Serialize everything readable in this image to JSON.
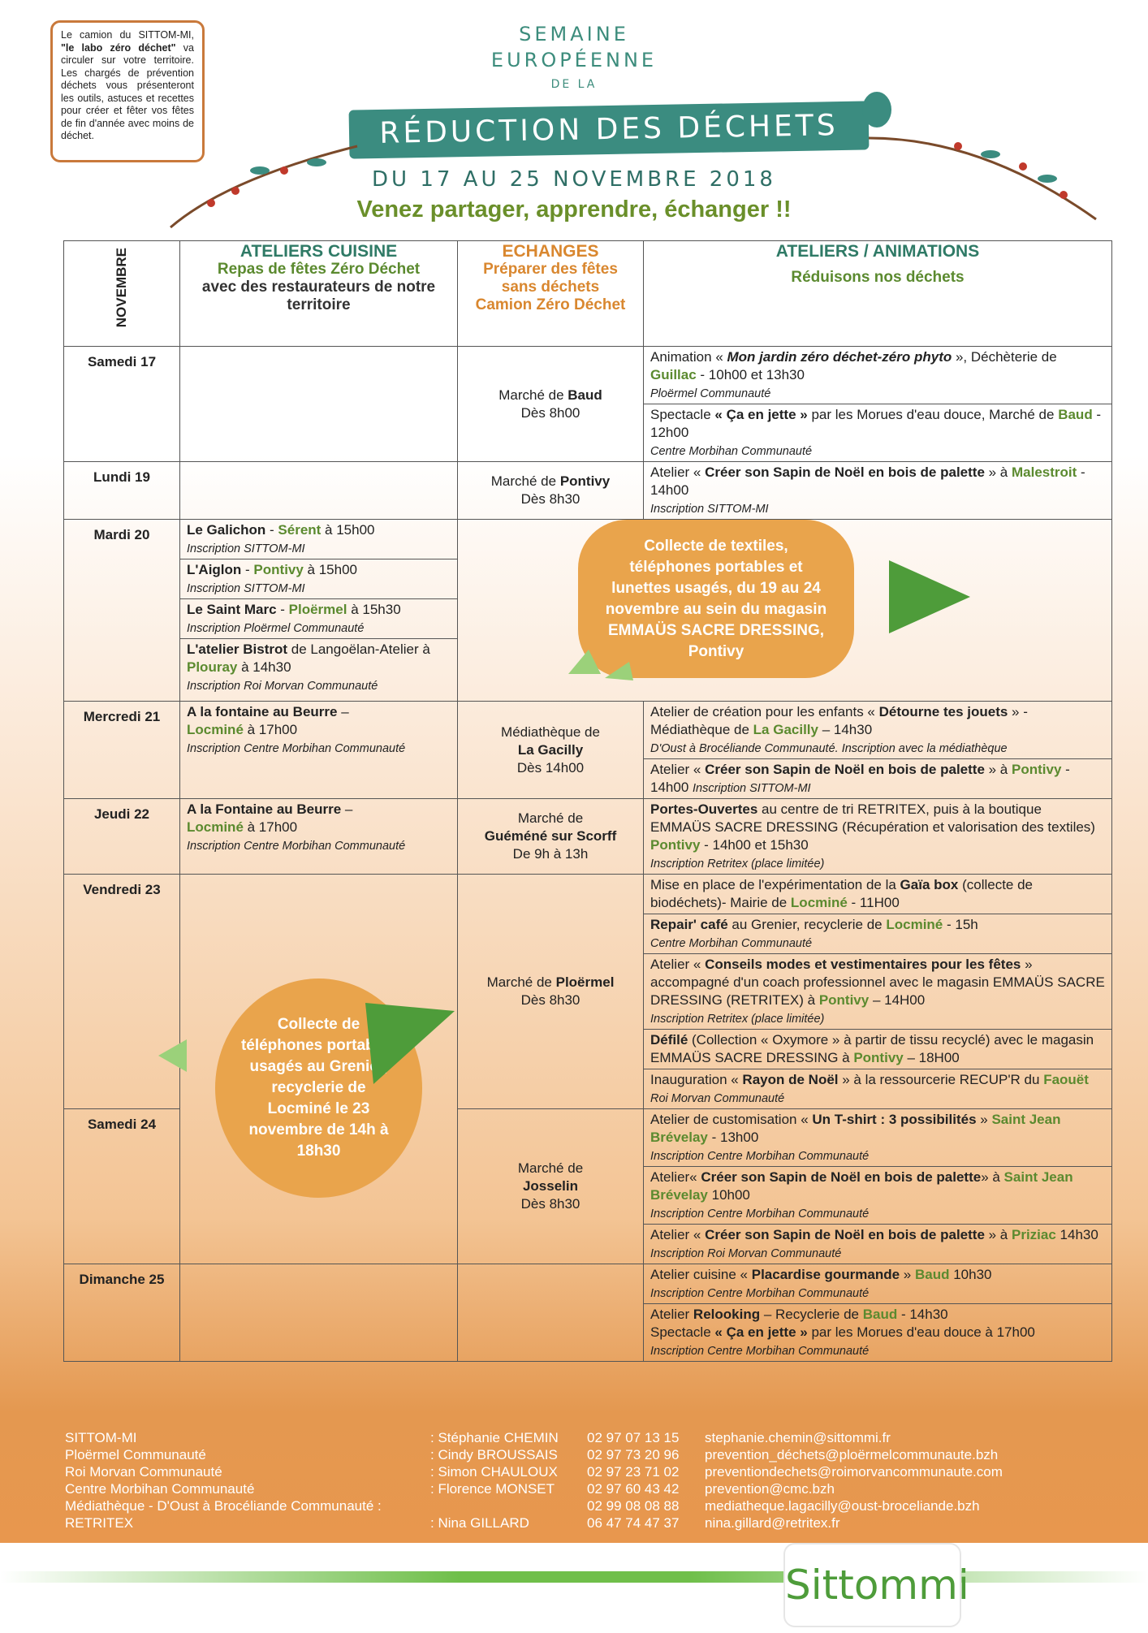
{
  "intro": {
    "p1": "Le camion du SITTOM-MI, ",
    "p2": "\"le labo zéro déchet\"",
    "p3": " va circuler sur votre territoire. Les chargés de prévention déchets vous présenteront les outils, astuces et recettes pour créer et fêter vos fêtes de fin d'année avec moins de déchet."
  },
  "header": {
    "line1": "SEMAINE",
    "line2": "EUROPÉENNE",
    "line3": "DE LA",
    "line4": "RÉDUCTION DES DÉCHETS",
    "dates": "DU 17 AU 25 NOVEMBRE 2018",
    "tagline": "Venez partager, apprendre, échanger !!"
  },
  "columns": {
    "month": "NOVEMBRE",
    "cuisine_title": "ATELIERS CUISINE",
    "cuisine_sub": "Repas de fêtes Zéro Déchet",
    "cuisine_note": "avec des restaurateurs de notre territoire",
    "echanges_title": "ECHANGES",
    "echanges_sub": "Préparer des fêtes sans déchets",
    "echanges_note": "Camion Zéro Déchet",
    "ateliers_title": "ATELIERS / ANIMATIONS",
    "ateliers_sub": "Réduisons nos déchets"
  },
  "days": {
    "d17": "Samedi 17",
    "d19": "Lundi 19",
    "d20": "Mardi 20",
    "d21": "Mercredi 21",
    "d22": "Jeudi 22",
    "d23": "Vendredi 23",
    "d24": "Samedi 24",
    "d25": "Dimanche 25"
  },
  "echanges": {
    "e17a": "Marché de ",
    "e17b": "Baud",
    "e17c": "Dès 8h00",
    "e19a": "Marché de ",
    "e19b": "Pontivy",
    "e19c": "Dès 8h30",
    "e21a": "Médiathèque de",
    "e21b": "La Gacilly",
    "e21c": "Dès 14h00",
    "e22a": "Marché de",
    "e22b": "Guéméné sur Scorff",
    "e22c": "De 9h à 13h",
    "e23a": "Marché de ",
    "e23b": "Ploërmel",
    "e23c": "Dès 8h30",
    "e24a": "Marché de",
    "e24b": "Josselin",
    "e24c": "Dès 8h30"
  },
  "cuisine": {
    "c20a_name": "Le Galichon",
    "c20a_sep": " - ",
    "c20a_place": "Sérent",
    "c20a_time": " à 15h00",
    "c20a_ins": "Inscription SITTOM-MI",
    "c20b_name": "L'Aiglon",
    "c20b_sep": " - ",
    "c20b_place": "Pontivy",
    "c20b_time": " à 15h00",
    "c20b_ins": "Inscription SITTOM-MI",
    "c20c_name": "Le Saint Marc",
    "c20c_sep": " - ",
    "c20c_place": "Ploërmel",
    "c20c_time": " à 15h30",
    "c20c_ins": "Inscription Ploërmel Communauté",
    "c20d_name": "L'atelier Bistrot",
    "c20d_txt": " de Langoëlan-Atelier à ",
    "c20d_place": "Plouray",
    "c20d_time": " à 14h30",
    "c20d_ins": "Inscription Roi Morvan Communauté",
    "c21_name": "A la fontaine au Beurre",
    "c21_sep": " – ",
    "c21_place": "Locminé",
    "c21_time": " à 17h00",
    "c21_ins": "Inscription Centre Morbihan Communauté",
    "c22_name": "A la Fontaine au Beurre",
    "c22_sep": " – ",
    "c22_place": "Locminé",
    "c22_time": " à 17h00",
    "c22_ins": "Inscription Centre Morbihan Communauté"
  },
  "ateliers": {
    "a17a_1": "Animation « ",
    "a17a_2": "Mon jardin zéro déchet-zéro phyto",
    "a17a_3": " », Déchèterie de ",
    "a17a_4": "Guillac",
    "a17a_5": " - 10h00 et 13h30",
    "a17a_ins": "Ploërmel Communauté",
    "a17b_1": "Spectacle ",
    "a17b_2": "« Ça en jette »",
    "a17b_3": " par les Morues d'eau douce, Marché de ",
    "a17b_4": "Baud",
    "a17b_5": " - 12h00",
    "a17b_ins": "Centre Morbihan Communauté",
    "a19_1": "Atelier « ",
    "a19_2": "Créer son Sapin de Noël en bois de palette",
    "a19_3": " » à ",
    "a19_4": "Malestroit",
    "a19_5": " - 14h00",
    "a19_ins": "Inscription SITTOM-MI",
    "a21a_1": "Atelier de création pour les enfants « ",
    "a21a_2": "Détourne tes jouets",
    "a21a_3": " » - Médiathèque de ",
    "a21a_4": "La Gacilly",
    "a21a_5": " – 14h30",
    "a21a_ins": "D'Oust à Brocéliande Communauté. Inscription avec la médiathèque",
    "a21b_1": "Atelier « ",
    "a21b_2": "Créer son Sapin de Noël en bois de palette",
    "a21b_3": " » à ",
    "a21b_4": "Pontivy",
    "a21b_5": " - 14h00 ",
    "a21b_ins": "Inscription SITTOM-MI",
    "a22_1": "Portes-Ouvertes",
    "a22_2": " au centre de tri RETRITEX, puis à la boutique EMMAÜS SACRE DRESSING (Récupération et valorisation des textiles) ",
    "a22_3": "Pontivy",
    "a22_4": " - 14h00 et 15h30",
    "a22_ins": "Inscription Retritex (place limitée)",
    "a23a_1": "Mise en place de l'expérimentation de la ",
    "a23a_2": "Gaïa box",
    "a23a_3": " (collecte de biodéchets)- Mairie de ",
    "a23a_4": "Locminé",
    "a23a_5": " - 11H00",
    "a23b_1": "Repair' café",
    "a23b_2": " au  Grenier, recyclerie de ",
    "a23b_3": "Locminé",
    "a23b_4": "  - 15h",
    "a23b_ins": "Centre Morbihan Communauté",
    "a23c_1": "Atelier « ",
    "a23c_2": "Conseils modes et vestimentaires pour les fêtes",
    "a23c_3": " » accompagné d'un coach professionnel avec  le magasin EMMAÜS SACRE DRESSING (RETRITEX) à ",
    "a23c_4": "Pontivy",
    "a23c_5": " – 14H00",
    "a23c_ins": "Inscription Retritex (place limitée)",
    "a23d_1": "Défilé",
    "a23d_2": " (Collection « Oxymore » à partir de tissu recyclé) avec le magasin EMMAÜS SACRE DRESSING à ",
    "a23d_3": "Pontivy",
    "a23d_4": " – 18H00",
    "a23e_1": "Inauguration « ",
    "a23e_2": "Rayon de Noël",
    "a23e_3": " » à la ressourcerie RECUP'R du ",
    "a23e_4": "Faouët",
    "a23e_ins": "Roi Morvan Communauté",
    "a24a_1": "Atelier de customisation « ",
    "a24a_2": "Un T-shirt : 3 possibilités",
    "a24a_3": " » ",
    "a24a_4": "Saint Jean Brévelay",
    "a24a_5": " - 13h00",
    "a24a_ins": "Inscription Centre Morbihan Communauté",
    "a24b_1": "Atelier« ",
    "a24b_2": "Créer son Sapin de Noël en bois de palette",
    "a24b_3": "» à ",
    "a24b_4": "Saint Jean Brévelay",
    "a24b_5": " 10h00",
    "a24b_ins": "Inscription Centre Morbihan Communauté",
    "a24c_1": "Atelier « ",
    "a24c_2": "Créer son Sapin de Noël en bois de palette",
    "a24c_3": " » à ",
    "a24c_4": "Priziac",
    "a24c_5": " 14h30",
    "a24c_ins": "Inscription Roi Morvan Communauté",
    "a25a_1": "Atelier cuisine « ",
    "a25a_2": "Placardise gourmande",
    "a25a_3": " » ",
    "a25a_4": "Baud",
    "a25a_5": " 10h30",
    "a25a_ins": "Inscription Centre Morbihan Communauté",
    "a25b_1": "Atelier ",
    "a25b_2": "Relooking",
    "a25b_3": " – Recyclerie de ",
    "a25b_4": "Baud",
    "a25b_5": " - 14h30",
    "a25b_6": "Spectacle ",
    "a25b_7": "« Ça en jette »",
    "a25b_8": " par les Morues d'eau douce à 17h00",
    "a25b_ins": "Inscription Centre Morbihan Communauté"
  },
  "bubbles": {
    "textiles": "Collecte de textiles, téléphones portables et lunettes usagés, du 19 au 24 novembre au sein du magasin EMMAÜS SACRE DRESSING, Pontivy",
    "telephones": "Collecte de téléphones portables usagés au Grenier, recyclerie de Locminé le 23 novembre de 14h à 18h30"
  },
  "contacts": {
    "org1": "SITTOM-MI",
    "org2": "Ploërmel Communauté",
    "org3": "Roi Morvan Communauté",
    "org4": "Centre Morbihan Communauté",
    "org5": "Médiathèque - D'Oust à Brocéliande Communauté :",
    "org6": "RETRITEX",
    "n1": ": Stéphanie CHEMIN",
    "n2": ": Cindy BROUSSAIS",
    "n3": ": Simon CHAULOUX",
    "n4": ": Florence MONSET",
    "n6": ": Nina GILLARD",
    "t1": "02 97 07 13 15",
    "t2": "02 97 73 20 96",
    "t3": "02 97 23 71 02",
    "t4": "02 97 60 43 42",
    "t5": "02 99 08 08 88",
    "t6": "06 47 74 47 37",
    "m1": "stephanie.chemin@sittommi.fr",
    "m2": "prevention_déchets@ploërmelcommunaute.bzh",
    "m3": "preventiondechets@roimorvancommunaute.com",
    "m4": "prevention@cmc.bzh",
    "m5": "mediatheque.lagacilly@oust-broceliande.bzh",
    "m6": "nina.gillard@retritex.fr"
  },
  "logo": "Sittommi",
  "colors": {
    "teal": "#3b8c80",
    "green": "#5b8a2f",
    "orange": "#e9a44c"
  }
}
